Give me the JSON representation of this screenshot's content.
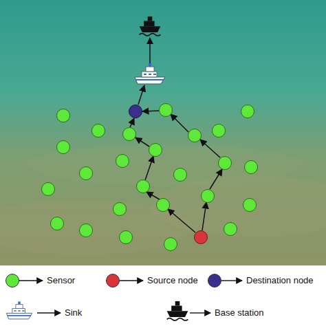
{
  "diagram": {
    "legend": [
      {
        "text": "Sensor",
        "color": "#5ee83a"
      },
      {
        "text": "Source node",
        "color": "#d9343a"
      },
      {
        "text": "Destination node",
        "color": "#3b2f8c"
      },
      {
        "text": "Sink"
      },
      {
        "text": "Base station"
      }
    ]
  }
}
